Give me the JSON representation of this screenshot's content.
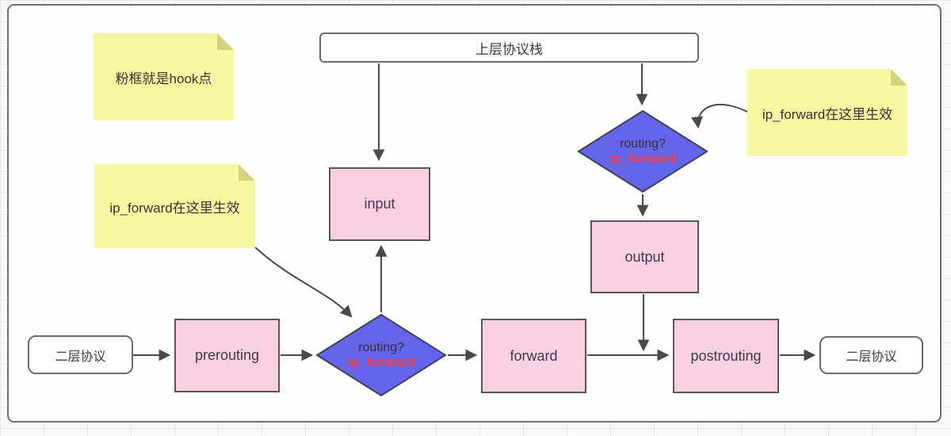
{
  "diagram": {
    "sticky_notes": {
      "hook_note": "粉框就是hook点",
      "ip_forward_note_left": "ip_forward在这里生效",
      "ip_forward_note_right": "ip_forward在这里生效"
    },
    "nodes": {
      "upper_protocol_stack": "上层协议栈",
      "layer2_protocol_left": "二层协议",
      "layer2_protocol_right": "二层协议",
      "input": "input",
      "output": "output",
      "prerouting": "prerouting",
      "forward": "forward",
      "postrouting": "postrouting"
    },
    "decisions": {
      "routing_question": "routing?",
      "ip_forward": "ip_forward"
    },
    "colors": {
      "hook_box_fill": "#f9cfe2",
      "hook_box_border": "#5d5360",
      "decision_fill": "#6465ea",
      "decision_border": "#3f3f54",
      "decision_accent_text": "#fb4145",
      "note_fill": "#f8f6a2",
      "note_fold": "#d2d37c",
      "connector": "#4a4a4a",
      "board_border": "#6e6e6e"
    }
  }
}
